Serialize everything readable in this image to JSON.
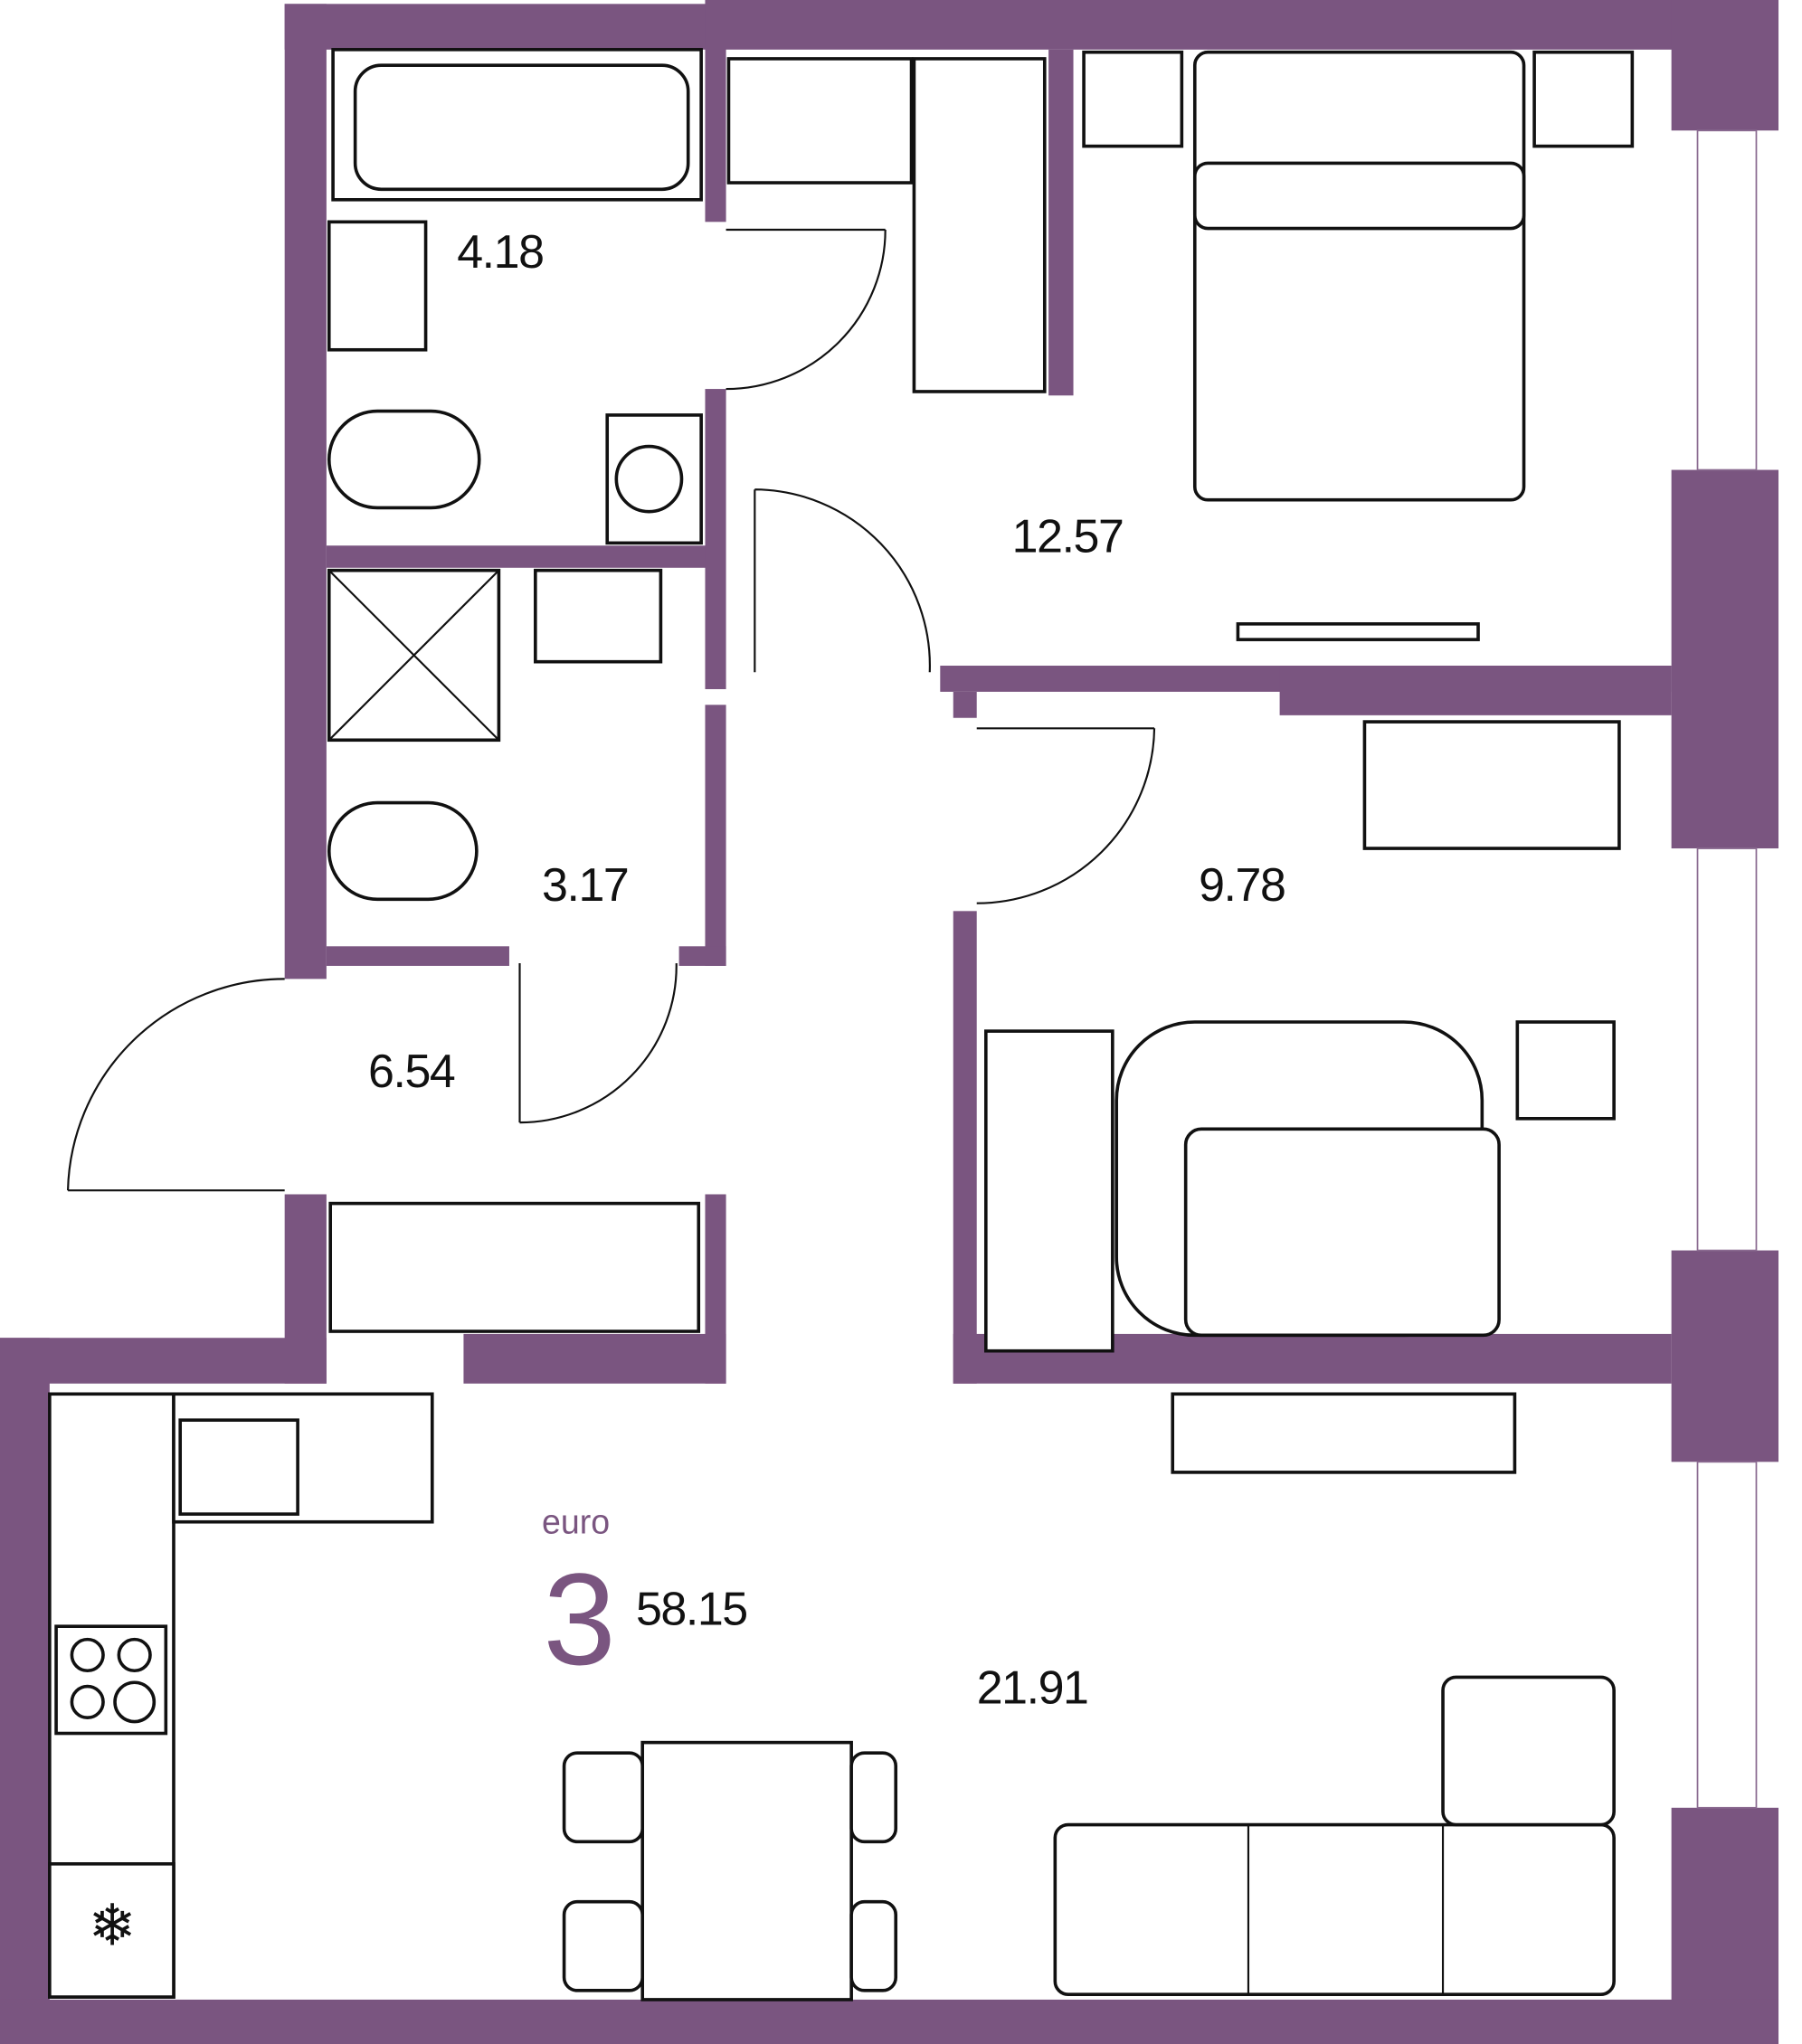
{
  "plan": {
    "type_label": "euro",
    "rooms_count": "3",
    "total_area": "58.15",
    "rooms": [
      {
        "name": "bathroom",
        "area": "4.18"
      },
      {
        "name": "bedroom-1",
        "area": "12.57"
      },
      {
        "name": "wc",
        "area": "3.17"
      },
      {
        "name": "bedroom-2",
        "area": "9.78"
      },
      {
        "name": "hallway",
        "area": "6.54"
      },
      {
        "name": "kitchen-living",
        "area": "21.91"
      }
    ]
  },
  "colors": {
    "wall": "#7a5580",
    "accent": "#7a5580"
  }
}
